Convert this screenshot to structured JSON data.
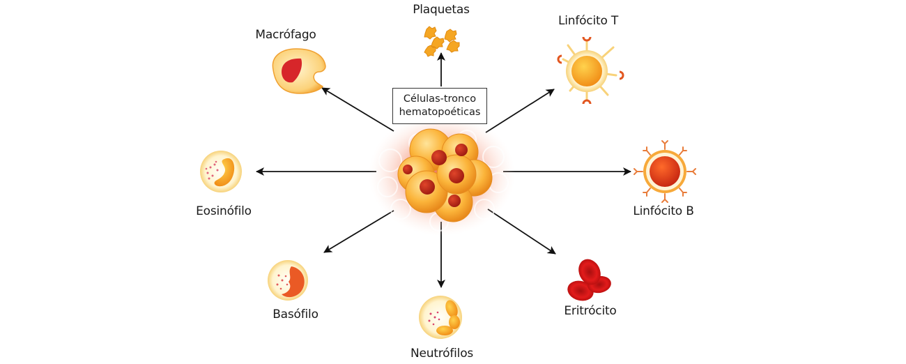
{
  "title": {
    "line1": "Células-tronco",
    "line2": "hematopoéticas"
  },
  "cells": [
    {
      "id": "plaquetas",
      "label": "Plaquetas",
      "icon": "platelets-icon"
    },
    {
      "id": "macrofago",
      "label": "Macrófago",
      "icon": "macrophage-icon"
    },
    {
      "id": "linfocito-t",
      "label": "Linfócito T",
      "icon": "t-lymphocyte-icon"
    },
    {
      "id": "eosinofilo",
      "label": "Eosinófilo",
      "icon": "eosinophil-icon"
    },
    {
      "id": "linfocito-b",
      "label": "Linfócito B",
      "icon": "b-lymphocyte-icon"
    },
    {
      "id": "basofilo",
      "label": "Basófilo",
      "icon": "basophil-icon"
    },
    {
      "id": "neutrofilos",
      "label": "Neutrófilos",
      "icon": "neutrophil-icon"
    },
    {
      "id": "eritrocito",
      "label": "Eritrócito",
      "icon": "erythrocyte-icon"
    }
  ],
  "colors": {
    "arrow": "#111111",
    "cell_yellow": "#f7b733",
    "nucleus_red": "#c0271b",
    "membrane_cream": "#fdf0c2"
  }
}
